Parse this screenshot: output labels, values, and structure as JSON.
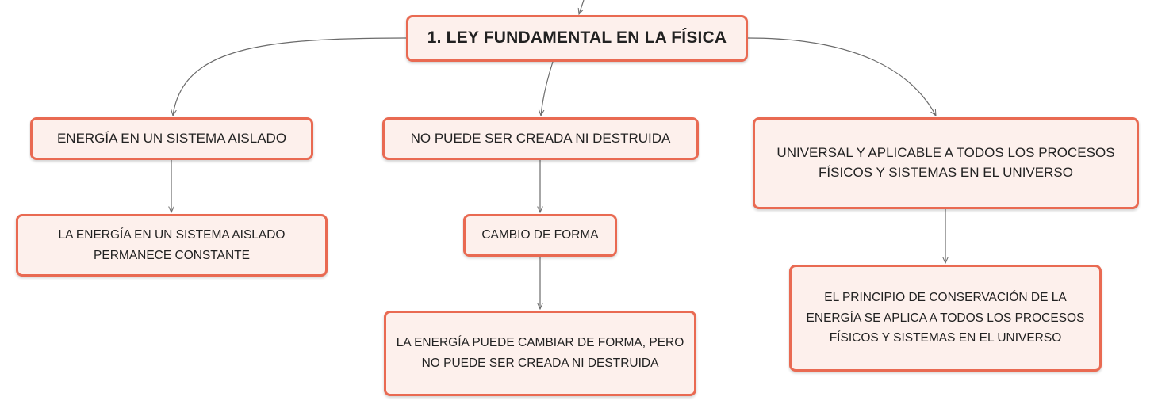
{
  "diagram": {
    "colors": {
      "node_border": "#e96a52",
      "node_fill": "#fdf0ec",
      "connector": "#6b6b6b",
      "text": "#222222"
    },
    "root": {
      "label": "1. LEY FUNDAMENTAL EN LA FÍSICA"
    },
    "branches": [
      {
        "label": "ENERGÍA EN UN SISTEMA AISLADO",
        "children": [
          {
            "label": "LA ENERGÍA EN UN SISTEMA AISLADO PERMANECE CONSTANTE"
          }
        ]
      },
      {
        "label": "NO PUEDE SER CREADA NI DESTRUIDA",
        "children": [
          {
            "label": "CAMBIO DE FORMA",
            "children": [
              {
                "label": "LA ENERGÍA PUEDE CAMBIAR DE FORMA, PERO NO PUEDE SER CREADA NI DESTRUIDA"
              }
            ]
          }
        ]
      },
      {
        "label": "UNIVERSAL Y APLICABLE A TODOS LOS PROCESOS FÍSICOS Y SISTEMAS EN EL UNIVERSO",
        "children": [
          {
            "label": "EL PRINCIPIO DE CONSERVACIÓN DE LA ENERGÍA SE APLICA A TODOS LOS PROCESOS FÍSICOS Y SISTEMAS EN EL UNIVERSO"
          }
        ]
      }
    ]
  }
}
